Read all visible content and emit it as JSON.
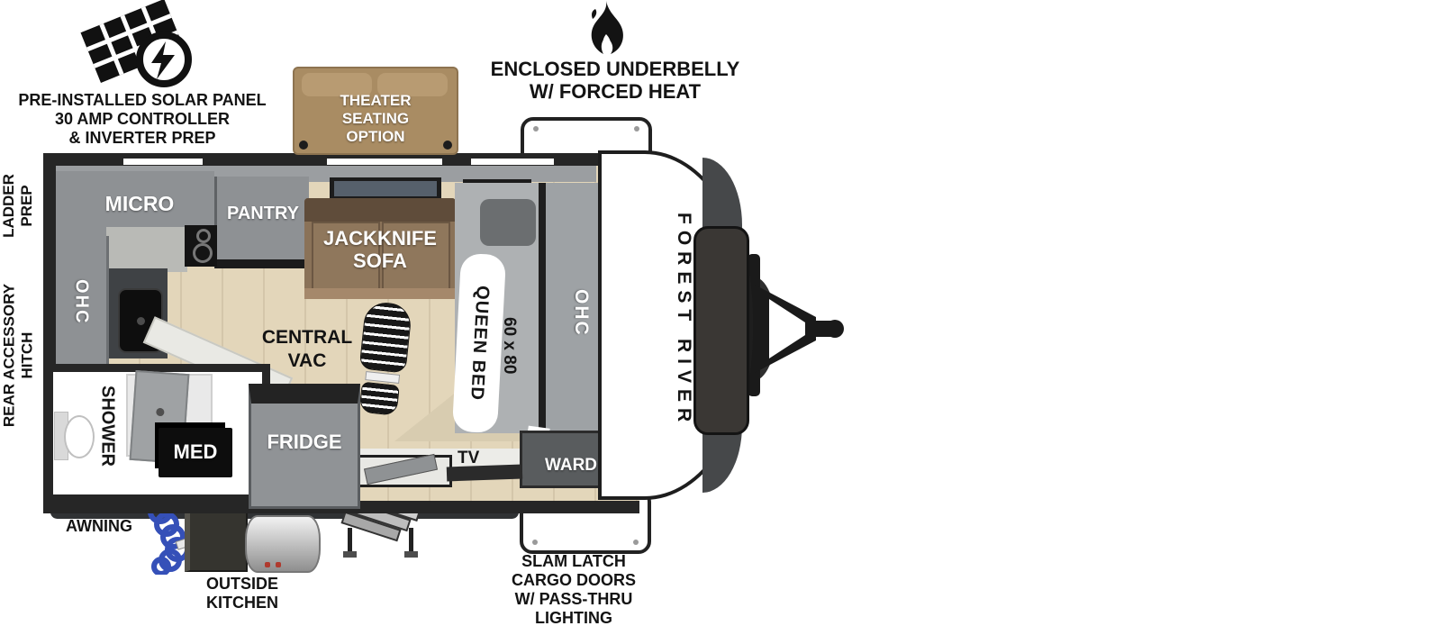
{
  "brand_label": "FOREST RIVER",
  "colors": {
    "wall": "#262626",
    "floor": "#E3D6BA",
    "counter_gray": "#8E9194",
    "sofa_brown": "#8A7258",
    "theater_tan": "#A98C63",
    "bed_gray": "#AEB1B3",
    "hose_blue": "#3550B8"
  },
  "callouts": {
    "solar": [
      "PRE-INSTALLED SOLAR PANEL",
      "30 AMP CONTROLLER",
      "& INVERTER PREP"
    ],
    "theater_seating": [
      "THEATER",
      "SEATING",
      "OPTION"
    ],
    "underbelly": [
      "ENCLOSED UNDERBELLY",
      "W/ FORCED HEAT"
    ],
    "ladder_prep": [
      "LADDER",
      "PREP"
    ],
    "rear_accessory_hitch": [
      "REAR ACCESSORY",
      "HITCH"
    ],
    "awning": "AWNING",
    "outside_kitchen": [
      "OUTSIDE",
      "KITCHEN"
    ],
    "cargo_doors": [
      "SLAM LATCH",
      "CARGO DOORS",
      "W/ PASS-THRU",
      "LIGHTING"
    ]
  },
  "floorplan": {
    "micro": "MICRO",
    "pantry": "PANTRY",
    "ohc_left": "OHC",
    "ohc_front": "OHC",
    "jackknife_sofa": [
      "JACKKNIFE",
      "SOFA"
    ],
    "central_vac": [
      "CENTRAL",
      "VAC"
    ],
    "queen_bed": "QUEEN BED",
    "queen_bed_size": "60 x 80",
    "ward": "WARD",
    "tv": "TV",
    "fridge": "FRIDGE",
    "shower": "SHOWER",
    "med": "MED"
  }
}
